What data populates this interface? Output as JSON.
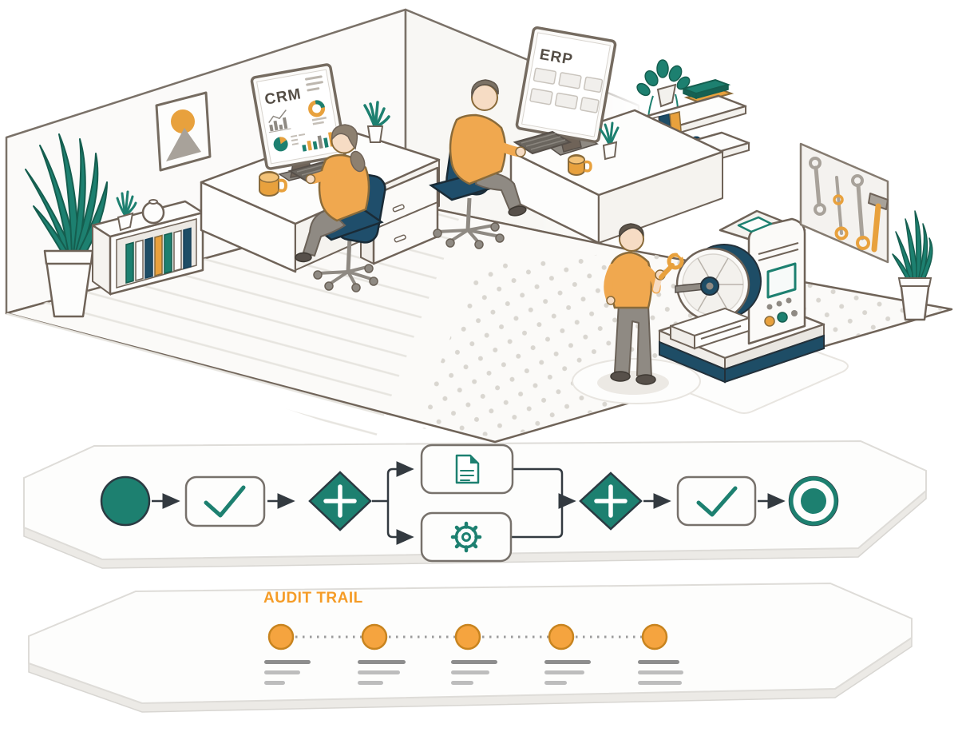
{
  "scene": {
    "crm_monitor_label": "CRM",
    "erp_monitor_label": "ERP"
  },
  "workflow": {
    "type": "bpmn-flow",
    "nodes": [
      {
        "id": "start",
        "kind": "start-event",
        "color": "#1D8070"
      },
      {
        "id": "task-check-1",
        "kind": "task",
        "icon": "check-icon"
      },
      {
        "id": "gateway-split",
        "kind": "parallel-gateway",
        "icon": "plus-icon"
      },
      {
        "id": "task-document",
        "kind": "task",
        "icon": "document-icon"
      },
      {
        "id": "task-gear",
        "kind": "task",
        "icon": "gear-icon"
      },
      {
        "id": "gateway-join",
        "kind": "parallel-gateway",
        "icon": "plus-icon"
      },
      {
        "id": "task-check-2",
        "kind": "task",
        "icon": "check-icon"
      },
      {
        "id": "end",
        "kind": "end-event",
        "color": "#1D8070"
      }
    ],
    "edges": [
      [
        "start",
        "task-check-1"
      ],
      [
        "task-check-1",
        "gateway-split"
      ],
      [
        "gateway-split",
        "task-document"
      ],
      [
        "gateway-split",
        "task-gear"
      ],
      [
        "task-document",
        "gateway-join"
      ],
      [
        "task-gear",
        "gateway-join"
      ],
      [
        "gateway-join",
        "task-check-2"
      ],
      [
        "task-check-2",
        "end"
      ]
    ]
  },
  "audit": {
    "title": "AUDIT TRAIL",
    "title_color": "#F59C27",
    "event_count": 5,
    "events": [
      {
        "line_widths": [
          58,
          45,
          26
        ]
      },
      {
        "line_widths": [
          60,
          53,
          32
        ]
      },
      {
        "line_widths": [
          58,
          48,
          28
        ]
      },
      {
        "line_widths": [
          58,
          50,
          28
        ]
      },
      {
        "line_widths": [
          52,
          57,
          55
        ]
      }
    ]
  },
  "colors": {
    "teal": "#1D8070",
    "teal_dark": "#155E4F",
    "orange": "#E8A13D",
    "audit_orange": "#F5A43F",
    "audit_orange_border": "#C8841F",
    "navy": "#1E4D66",
    "outline_brown": "#6F6358",
    "skeleton_dark": "#8D8D8D",
    "skeleton_light": "#BDBDBD"
  }
}
